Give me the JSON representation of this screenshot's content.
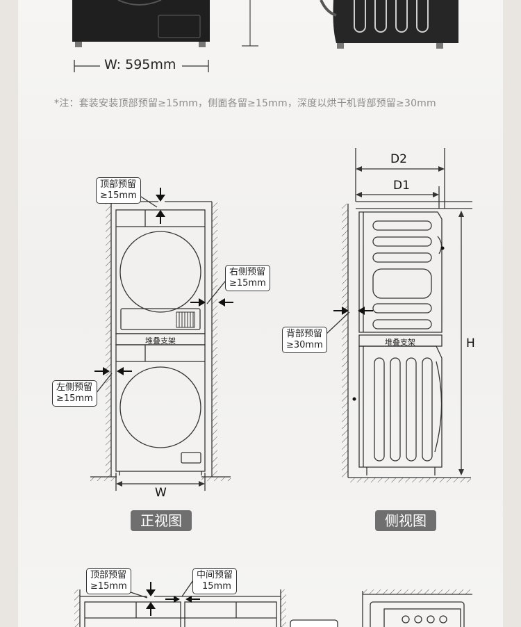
{
  "top": {
    "width_label": "W: 595mm",
    "note": "*注：套装安装顶部预留≥15mm，侧面各留≥15mm，深度以烘干机背部预留≥30mm"
  },
  "front_view": {
    "top_clearance": {
      "line1": "顶部预留",
      "line2": "≥15mm"
    },
    "right_clearance": {
      "line1": "右侧预留",
      "line2": "≥15mm"
    },
    "left_clearance": {
      "line1": "左侧预留",
      "line2": "≥15mm"
    },
    "stand_label": "堆叠支架",
    "width_dim": "W",
    "title": "正视图"
  },
  "side_view": {
    "depth_d2": "D2",
    "depth_d1": "D1",
    "back_clearance": {
      "line1": "背部预留",
      "line2": "≥30mm"
    },
    "stand_label": "堆叠支架",
    "height_dim": "H",
    "title": "侧视图"
  },
  "bottom": {
    "top_clearance": {
      "line1": "顶部预留",
      "line2": "≥15mm"
    },
    "middle_clearance": {
      "line1": "中间预留",
      "line2": "15mm"
    }
  },
  "colors": {
    "appliance": "#1f1f1f",
    "pill": "#6f6f6f",
    "line": "#333333"
  }
}
